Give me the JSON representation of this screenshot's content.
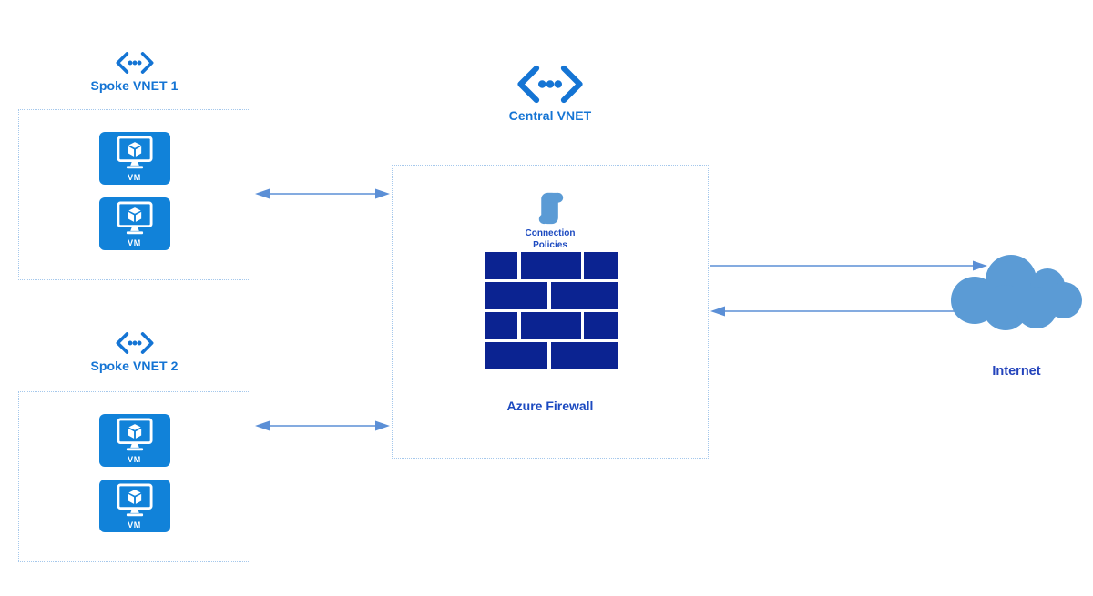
{
  "nodes": {
    "spoke1": {
      "label": "Spoke VNET 1",
      "vms": [
        {
          "label": "VM"
        },
        {
          "label": "VM"
        }
      ]
    },
    "spoke2": {
      "label": "Spoke VNET 2",
      "vms": [
        {
          "label": "VM"
        },
        {
          "label": "VM"
        }
      ]
    },
    "central": {
      "label": "Central VNET",
      "policy": {
        "line1": "Connection",
        "line2": "Policies"
      },
      "firewall_label": "Azure Firewall"
    },
    "internet": {
      "label": "Internet"
    }
  },
  "connectors": [
    {
      "id": "spoke1-central",
      "type": "bidirectional"
    },
    {
      "id": "spoke2-central",
      "type": "bidirectional"
    },
    {
      "id": "central-to-internet",
      "type": "one-way-right"
    },
    {
      "id": "internet-to-central",
      "type": "one-way-left"
    }
  ],
  "icons": {
    "vnet": "chevron-dots-network-icon",
    "vm": "monitor-cube-icon",
    "policy": "scroll-icon",
    "firewall": "brick-wall-icon",
    "internet": "cloud-icon"
  },
  "colors": {
    "vnet_accent": "#1474d4",
    "vm_tile": "#1182d9",
    "brick": "#0b2391",
    "arrow": "#5b8fd6",
    "cloud": "#5b9bd5",
    "scroll": "#5b9bd5",
    "label_dark_blue": "#1c4ac0",
    "internet_label": "#2343bb",
    "box_border": "#a5c8ec"
  }
}
